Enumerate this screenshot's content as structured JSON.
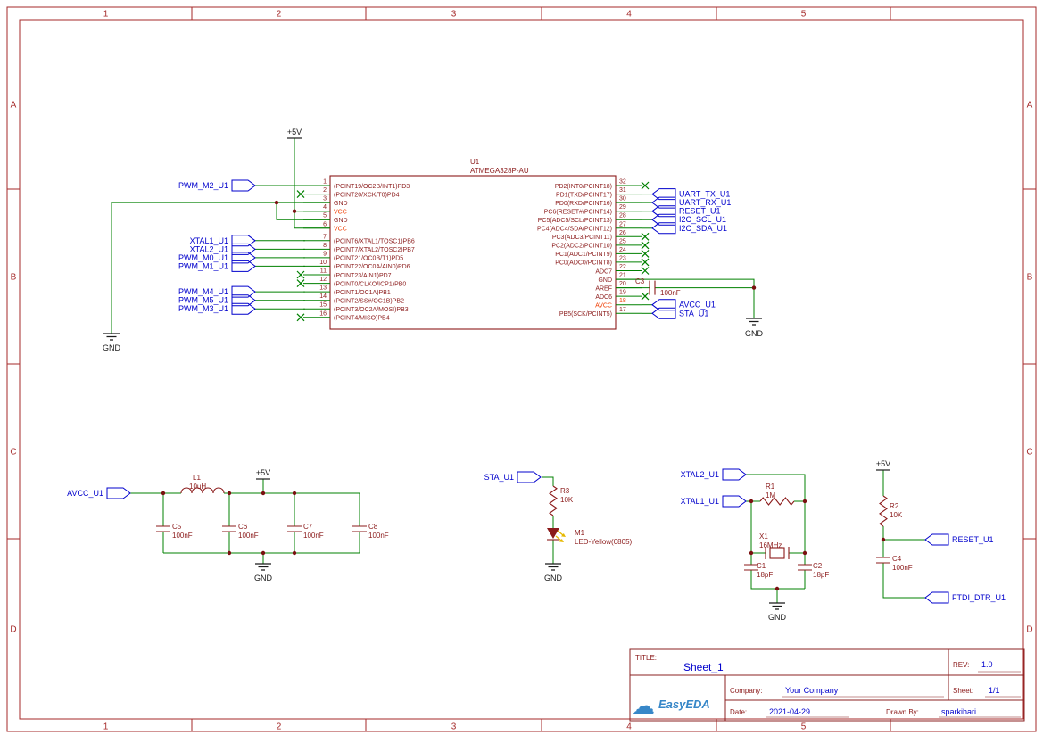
{
  "sheet": {
    "columns": [
      "1",
      "2",
      "3",
      "4",
      "5"
    ],
    "rows": [
      "A",
      "B",
      "C",
      "D"
    ]
  },
  "u1": {
    "ref": "U1",
    "value": "ATMEGA328P-AU",
    "left_pins": [
      {
        "num": "1",
        "name": "(PCINT19/OC2B/INT1)PD3"
      },
      {
        "num": "2",
        "name": "(PCINT20/XCK/T0)PD4",
        "nc": true
      },
      {
        "num": "3",
        "name": "GND"
      },
      {
        "num": "4",
        "name": "VCC",
        "red": true
      },
      {
        "num": "5",
        "name": "GND"
      },
      {
        "num": "6",
        "name": "VCC",
        "red": true
      },
      {
        "num": "7",
        "name": "(PCINT6/XTAL1/TOSC1)PB6"
      },
      {
        "num": "8",
        "name": "(PCINT7/XTAL2/TOSC2)PB7"
      },
      {
        "num": "9",
        "name": "(PCINT21/OC0B/T1)PD5"
      },
      {
        "num": "10",
        "name": "(PCINT22/OC0A/AIN0)PD6"
      },
      {
        "num": "11",
        "name": "(PCINT23/AIN1)PD7",
        "nc": true
      },
      {
        "num": "12",
        "name": "(PCINT0/CLKO/ICP1)PB0",
        "nc": true
      },
      {
        "num": "13",
        "name": "(PCINT1/OC1A)PB1"
      },
      {
        "num": "14",
        "name": "(PCINT2/SS#/OC1B)PB2"
      },
      {
        "num": "15",
        "name": "(PCINT3/OC2A/MOSI)PB3"
      },
      {
        "num": "16",
        "name": "(PCINT4/MISO)PB4",
        "nc": true
      }
    ],
    "right_pins": [
      {
        "num": "32",
        "name": "PD2(INT0/PCINT18)",
        "nc": true
      },
      {
        "num": "31",
        "name": "PD1(TXD/PCINT17)"
      },
      {
        "num": "30",
        "name": "PD0(RXD/PCINT16)"
      },
      {
        "num": "29",
        "name": "PC6(RESET#/PCINT14)"
      },
      {
        "num": "28",
        "name": "PC5(ADC5/SCL/PCINT13)"
      },
      {
        "num": "27",
        "name": "PC4(ADC4/SDA/PCINT12)"
      },
      {
        "num": "26",
        "name": "PC3(ADC3/PCINT11)",
        "nc": true
      },
      {
        "num": "25",
        "name": "PC2(ADC2/PCINT10)",
        "nc": true
      },
      {
        "num": "24",
        "name": "PC1(ADC1/PCINT9)",
        "nc": true
      },
      {
        "num": "23",
        "name": "PC0(ADC0/PCINT8)",
        "nc": true
      },
      {
        "num": "22",
        "name": "ADC7",
        "nc": true
      },
      {
        "num": "21",
        "name": "GND"
      },
      {
        "num": "20",
        "name": "AREF"
      },
      {
        "num": "19",
        "name": "ADC6",
        "nc": true
      },
      {
        "num": "18",
        "name": "AVCC",
        "red": true,
        "num_red": true
      },
      {
        "num": "17",
        "name": "PB5(SCK/PCINT5)"
      }
    ]
  },
  "net_flags": {
    "left": [
      {
        "label": "PWM_M2_U1",
        "pin": 1
      },
      {
        "label": "XTAL1_U1",
        "pin": 7
      },
      {
        "label": "XTAL2_U1",
        "pin": 8
      },
      {
        "label": "PWM_M0_U1",
        "pin": 9
      },
      {
        "label": "PWM_M1_U1",
        "pin": 10
      },
      {
        "label": "PWM_M4_U1",
        "pin": 13
      },
      {
        "label": "PWM_M5_U1",
        "pin": 14
      },
      {
        "label": "PWM_M3_U1",
        "pin": 15
      }
    ],
    "right": [
      {
        "label": "UART_TX_U1",
        "pin": 31
      },
      {
        "label": "UART_RX_U1",
        "pin": 30
      },
      {
        "label": "RESET_U1",
        "pin": 29
      },
      {
        "label": "I2C_SCL_U1",
        "pin": 28
      },
      {
        "label": "I2C_SDA_U1",
        "pin": 27
      },
      {
        "label": "AVCC_U1",
        "pin": 18
      },
      {
        "label": "STA_U1",
        "pin": 17
      }
    ]
  },
  "power": {
    "plus5v": "+5V",
    "gnd": "GND"
  },
  "components": {
    "c3": {
      "ref": "C3",
      "value": "100nF"
    },
    "l1": {
      "ref": "L1",
      "value": "10uH"
    },
    "c5": {
      "ref": "C5",
      "value": "100nF"
    },
    "c6": {
      "ref": "C6",
      "value": "100nF"
    },
    "c7": {
      "ref": "C7",
      "value": "100nF"
    },
    "c8": {
      "ref": "C8",
      "value": "100nF"
    },
    "r3": {
      "ref": "R3",
      "value": "10K"
    },
    "m1": {
      "ref": "M1",
      "value": "LED-Yellow(0805)"
    },
    "r1": {
      "ref": "R1",
      "value": "1M"
    },
    "x1": {
      "ref": "X1",
      "value": "16MHz"
    },
    "c1": {
      "ref": "C1",
      "value": "18pF"
    },
    "c2": {
      "ref": "C2",
      "value": "18pF"
    },
    "r2": {
      "ref": "R2",
      "value": "10K"
    },
    "c4": {
      "ref": "C4",
      "value": "100nF"
    }
  },
  "bottom_flags": {
    "avcc": "AVCC_U1",
    "sta": "STA_U1",
    "xtal2": "XTAL2_U1",
    "xtal1": "XTAL1_U1",
    "reset": "RESET_U1",
    "ftdi": "FTDI_DTR_U1"
  },
  "title_block": {
    "title_label": "TITLE:",
    "title": "Sheet_1",
    "rev_label": "REV:",
    "rev": "1.0",
    "company_label": "Company:",
    "company": "Your Company",
    "sheet_label": "Sheet:",
    "sheet": "1/1",
    "date_label": "Date:",
    "date": "2021-04-29",
    "drawn_label": "Drawn By:",
    "drawn": "sparkihari",
    "logo_text": "EasyEDA",
    "logo_cloud": "☁"
  }
}
